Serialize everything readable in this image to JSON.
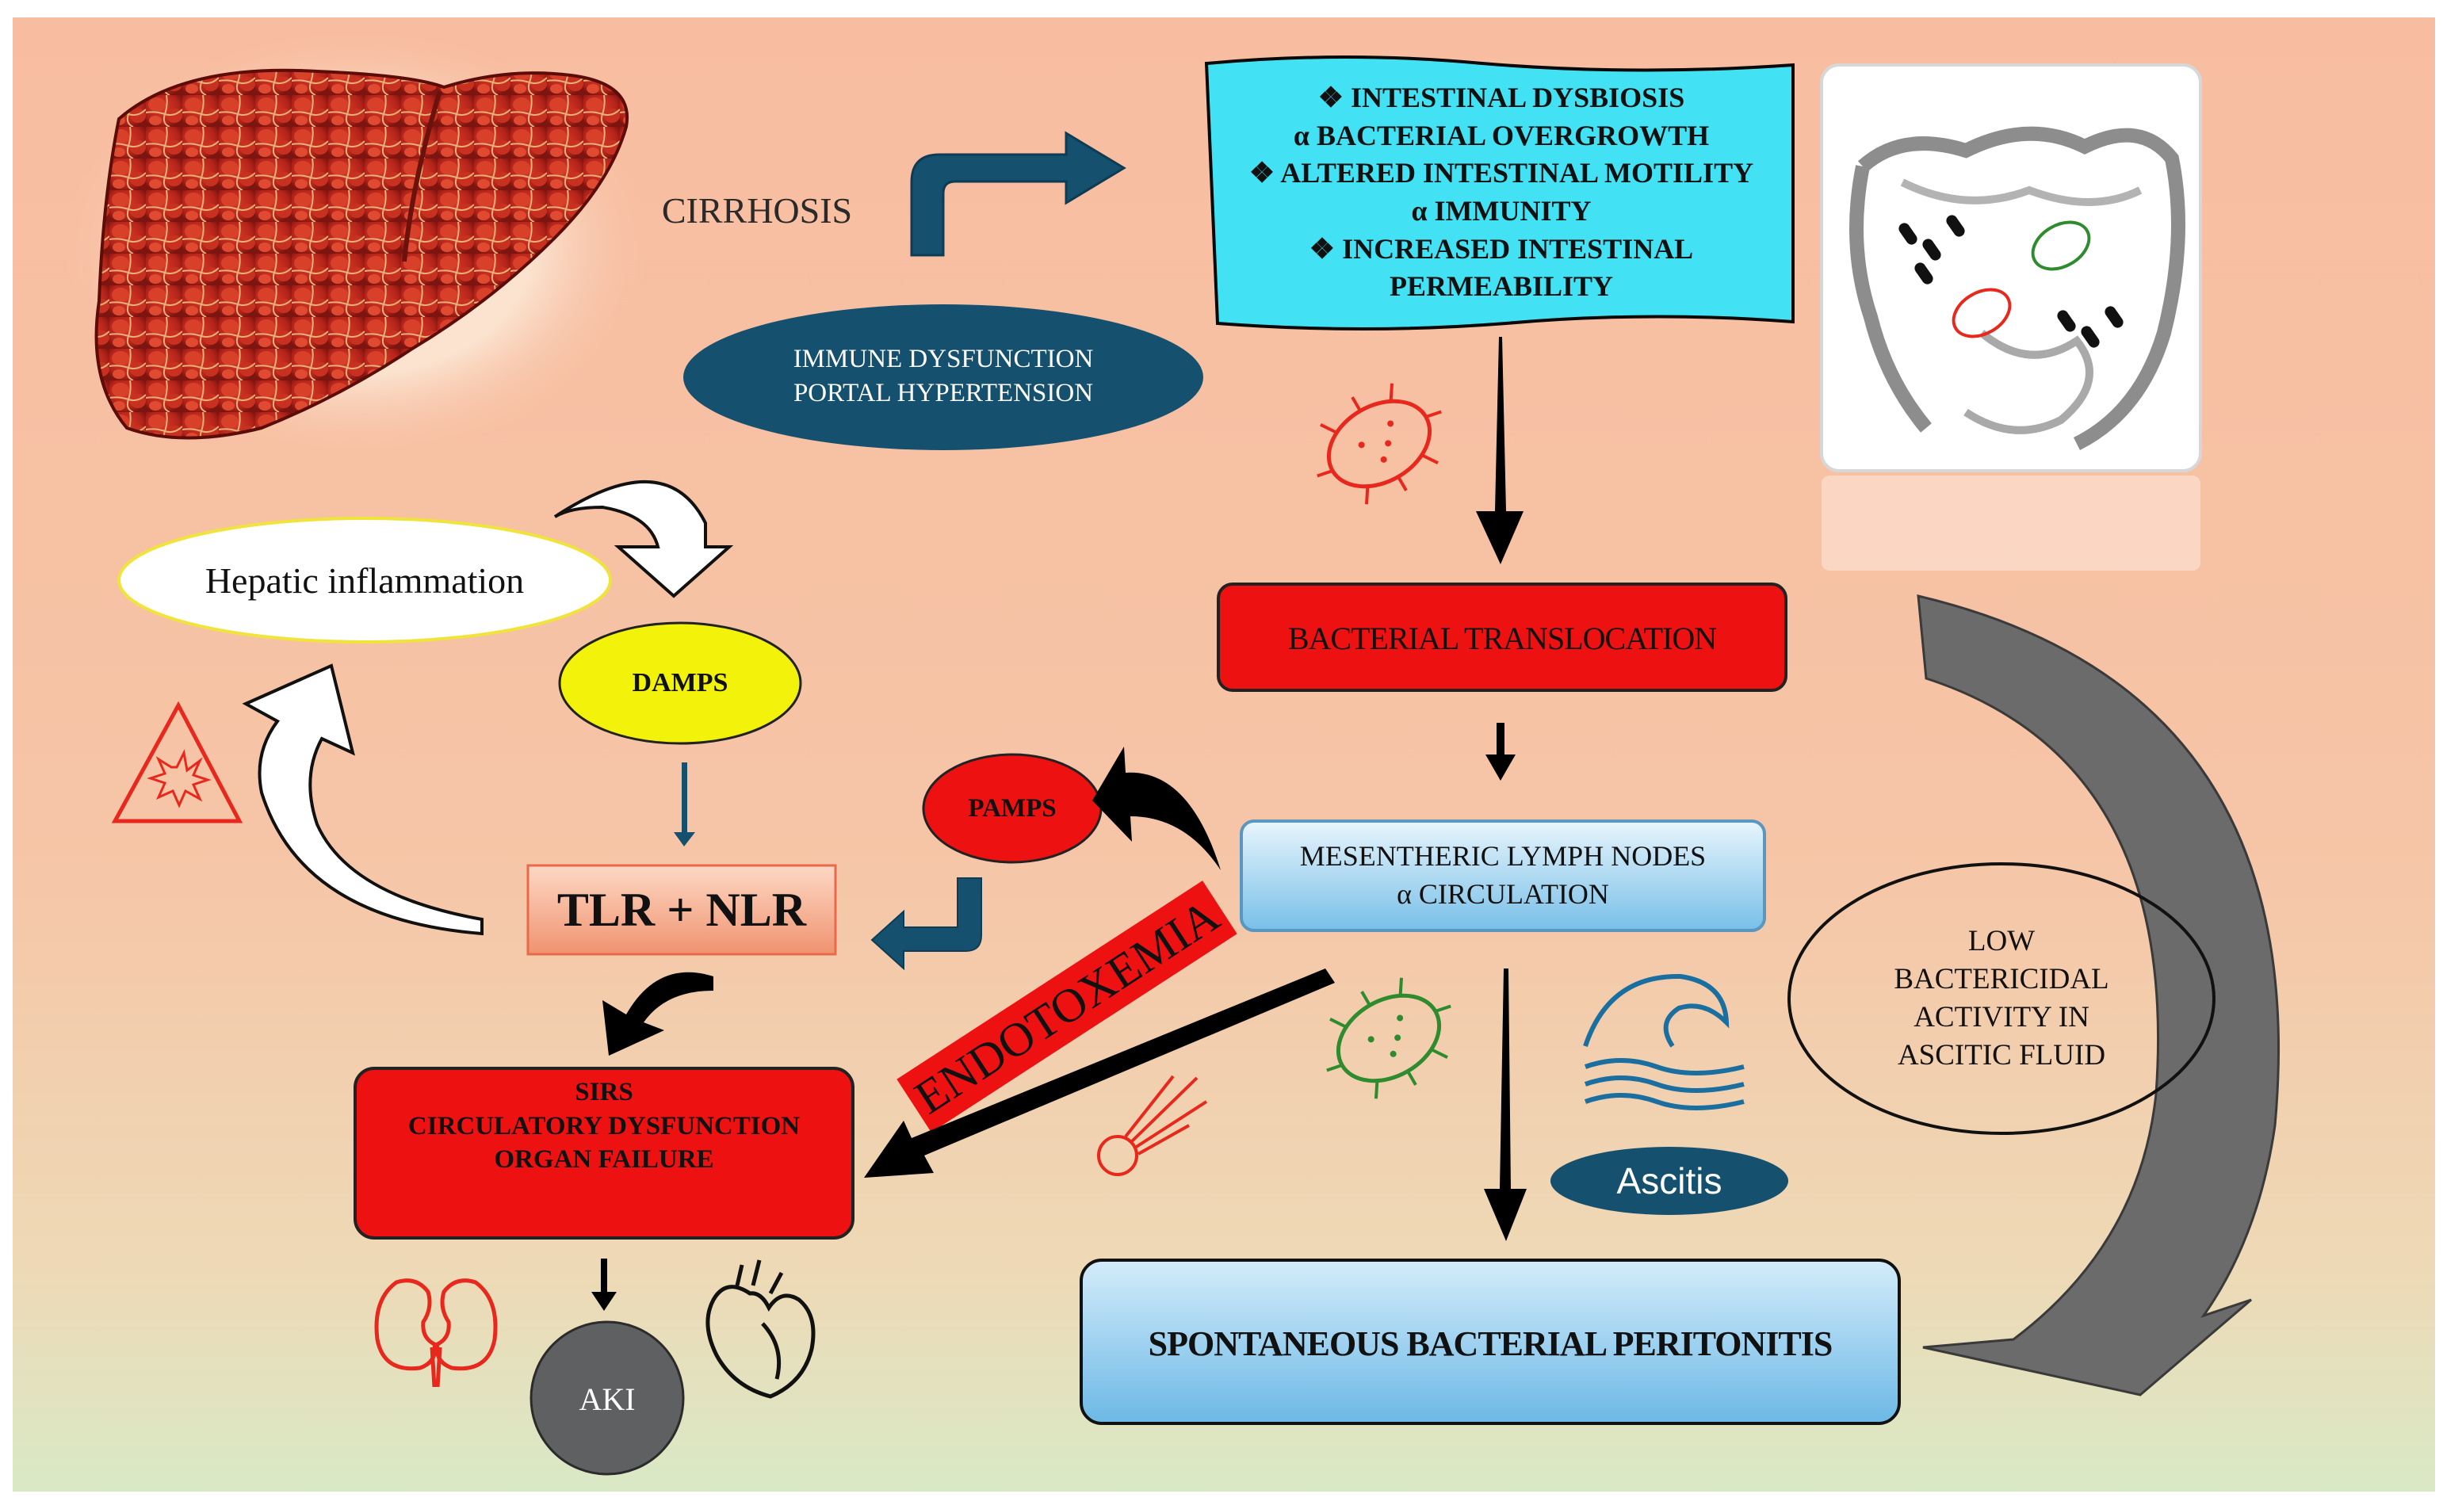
{
  "colors": {
    "background_top": "#f7bfa4",
    "background_bottom": "#d9e8c5",
    "dark_teal": "#15506e",
    "red_box": "#ee1111",
    "yellow": "#f2f20a",
    "cyan_box": "#3fe0f2",
    "light_blue": "#9fd2f0",
    "gray_circle": "#5f6061",
    "gray_arrow": "#6b6b6b",
    "icon_red": "#e8281c",
    "icon_green": "#2e8b2e",
    "tlr_box": "#f39c78"
  },
  "labels": {
    "cirrhosis": "CIRRHOSIS",
    "immune_line1": "IMMUNE DYSFUNCTION",
    "immune_line2": "PORTAL HYPERTENSION",
    "dysbiosis": [
      "❖ INTESTINAL DYSBIOSIS",
      "α BACTERIAL OVERGROWTH",
      "❖ ALTERED INTESTINAL MOTILITY",
      "α IMMUNITY",
      "❖ INCREASED INTESTINAL",
      "PERMEABILITY"
    ],
    "hepatic_inflammation": "Hepatic inflammation",
    "damps": "DAMPS",
    "bacterial_translocation": "BACTERIAL TRANSLOCATION",
    "pamps": "PAMPS",
    "mesenteric_line1": "MESENTHERIC LYMPH NODES",
    "mesenteric_line2": "α CIRCULATION",
    "tlr_nlr": "TLR + NLR",
    "endotoxemia": "ENDOTOXEMIA",
    "low_bactericidal": [
      "LOW",
      "BACTERICIDAL",
      "ACTIVITY IN",
      "ASCITIC FLUID"
    ],
    "sirs": [
      "SIRS",
      "CIRCULATORY DYSFUNCTION",
      "ORGAN FAILURE"
    ],
    "ascitis": "Ascitis",
    "sbp": "SPONTANEOUS BACTERIAL PERITONITIS",
    "aki": "AKI"
  },
  "icons": [
    "liver-image",
    "intestine-image",
    "bacteria-red-icon",
    "bacteria-green-icon",
    "warning-explosion-icon",
    "wave-icon",
    "meteor-icon",
    "kidney-icon",
    "heart-icon"
  ]
}
